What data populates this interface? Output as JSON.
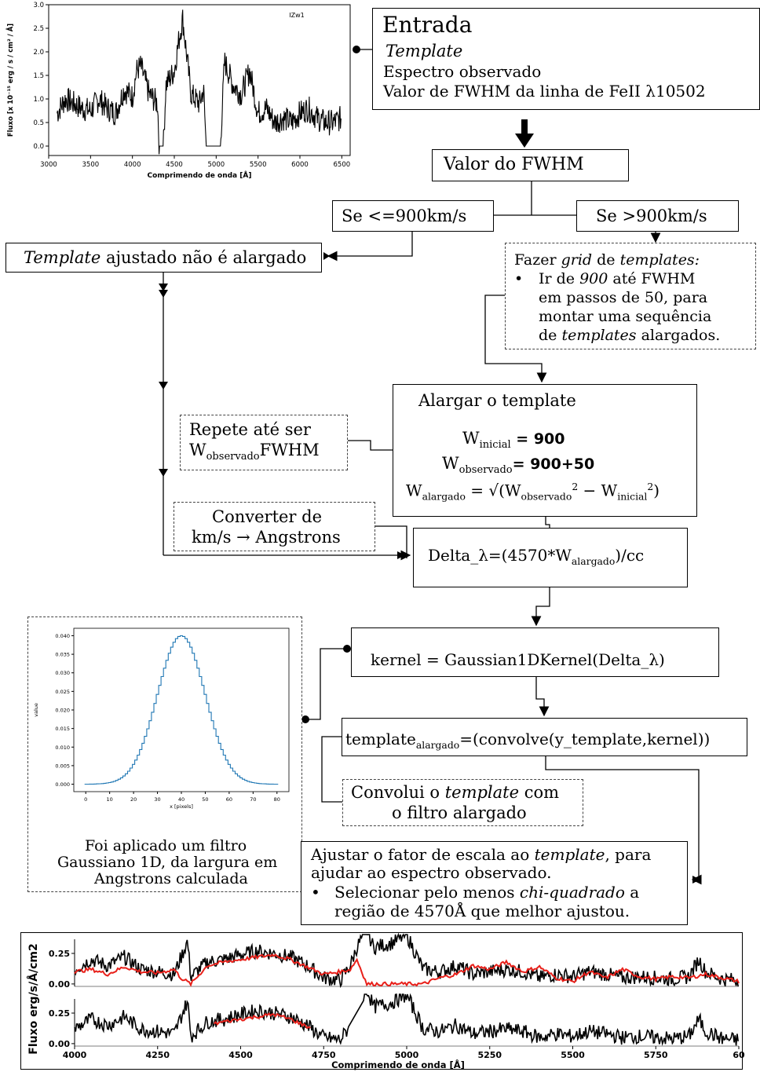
{
  "entrada": {
    "title": "Entrada",
    "item_template": "Template",
    "item_spectrum": "Espectro observado",
    "item_fwhm": "Valor de FWHM da linha de FeII λ10502"
  },
  "fwhm_box": "Valor do FWHM",
  "branch_low": "Se <=900km/s",
  "branch_high": "Se >900km/s",
  "not_broadened": {
    "italic": "Template",
    "rest": " ajustado não é alargado"
  },
  "grid": {
    "line1_a": "Fazer ",
    "line1_b": "grid",
    "line1_c": " de ",
    "line1_d": "templates:",
    "bullet": "•",
    "line2_a": "Ir de ",
    "line2_b": "900",
    "line2_c": " até FWHM",
    "line3": "em passos de 50, para",
    "line4": "montar uma sequência",
    "line5_a": "de ",
    "line5_b": "templates",
    "line5_c": " alargados."
  },
  "broaden": {
    "title": "Alargar o template",
    "w": "W",
    "initial_sub": "inicial",
    "initial_val": " = 900",
    "obs_sub": "observado",
    "obs_val": "= 900+50",
    "broad_sub": "alargado",
    "broad_eq": " = √(W",
    "obs_sub2": "observado",
    "sq1": "2",
    "minus": " − W",
    "ini_sub2": "inicial",
    "sq2": "2",
    "close": ")"
  },
  "repeat": {
    "line1": "Repete até ser",
    "w": "W",
    "sub": "observado",
    "rest": "FWHM"
  },
  "convert": {
    "line1": "Converter de",
    "line2": "km/s → Angstrons"
  },
  "delta": {
    "pre": "Delta_λ=(4570*W",
    "sub": "alargado",
    "post": ")/cc"
  },
  "kernel": "kernel = Gaussian1DKernel(Delta_λ)",
  "template_broad": {
    "pre": "template",
    "sub": "alargado",
    "post": "=(convolve(y_template,kernel))"
  },
  "convolve_note": {
    "line1_a": "Convolui o ",
    "line1_b": "template",
    "line1_c": " com",
    "line2": "o filtro alargado"
  },
  "gauss_caption": {
    "line1": "Foi aplicado um filtro",
    "line2": "Gaussiano 1D, da largura em",
    "line3": "Angstrons calculada"
  },
  "fit": {
    "line1_a": "Ajustar o fator de escala ao ",
    "line1_b": "template",
    "line1_c": ", para",
    "line2": "ajudar ao espectro observado.",
    "bullet": "•",
    "line3_a": "Selecionar pelo menos ",
    "line3_b": "chi-quadrado",
    "line3_c": " a",
    "line4": "região de 4570Å que melhor ajustou."
  },
  "colors": {
    "fit_line": "#e8201a",
    "gauss_line": "#1f77b4",
    "spectrum": "#000000"
  },
  "chart_data": [
    {
      "type": "line",
      "title": "IZw1",
      "xlabel": "Comprimendo de onda [Å]",
      "ylabel": "Fluxo [x 10⁻¹⁵ erg / s / cm² / Å]",
      "xlim": [
        3000,
        6600
      ],
      "ylim": [
        -0.2,
        3.0
      ],
      "xticks": [
        3000,
        3500,
        4000,
        4500,
        5000,
        5500,
        6000,
        6500
      ],
      "yticks": [
        0.0,
        0.5,
        1.0,
        1.5,
        2.0,
        2.5,
        3.0
      ],
      "xtick_labels": [
        "3000",
        "3500",
        "4000",
        "4500",
        "5000",
        "5500",
        "6000",
        "6500"
      ],
      "ytick_labels": [
        "0.0",
        "0.5",
        "1.0",
        "1.5",
        "2.0",
        "2.5",
        "3.0"
      ],
      "series": [
        {
          "color": "#000000",
          "x": [
            3100,
            3200,
            3300,
            3400,
            3500,
            3600,
            3700,
            3800,
            3900,
            4000,
            4050,
            4100,
            4200,
            4300,
            4320,
            4370,
            4400,
            4500,
            4550,
            4600,
            4650,
            4700,
            4800,
            4850,
            4880,
            5050,
            5100,
            5200,
            5300,
            5400,
            5500,
            5600,
            5700,
            5800,
            5900,
            6000,
            6100,
            6200,
            6300,
            6400,
            6500
          ],
          "y": [
            0.7,
            1.0,
            0.9,
            0.8,
            0.75,
            1.0,
            0.8,
            0.7,
            1.2,
            1.05,
            1.6,
            1.7,
            1.1,
            0.9,
            0.0,
            0.0,
            1.3,
            1.6,
            2.2,
            2.7,
            1.9,
            1.1,
            0.9,
            1.2,
            0.0,
            0.0,
            1.8,
            1.3,
            1.1,
            1.6,
            0.7,
            0.8,
            0.5,
            0.6,
            0.5,
            0.7,
            0.8,
            0.6,
            0.5,
            0.5,
            0.6
          ]
        }
      ]
    },
    {
      "type": "line",
      "title": "",
      "xlabel": "x [pixels]",
      "ylabel": "value",
      "xlim": [
        -5,
        85
      ],
      "ylim": [
        -0.002,
        0.042
      ],
      "xticks": [
        0,
        10,
        20,
        30,
        40,
        50,
        60,
        70,
        80
      ],
      "yticks": [
        0.0,
        0.005,
        0.01,
        0.015,
        0.02,
        0.025,
        0.03,
        0.035,
        0.04
      ],
      "xtick_labels": [
        "0",
        "10",
        "20",
        "30",
        "40",
        "50",
        "60",
        "70",
        "80"
      ],
      "ytick_labels": [
        "0.000",
        "0.005",
        "0.010",
        "0.015",
        "0.020",
        "0.025",
        "0.030",
        "0.035",
        "0.040"
      ],
      "gaussian": {
        "center": 40,
        "sigma": 9.97,
        "amplitude": 0.04,
        "n": 81
      },
      "series": [
        {
          "color": "#1f77b4"
        }
      ]
    },
    {
      "type": "line",
      "title": "",
      "xlabel": "Comprimendo de onda [Å]",
      "ylabel": "Fluxo erg/s/Å/cm2",
      "xlim": [
        4000,
        6000
      ],
      "ylim": [
        -0.02,
        0.34
      ],
      "panels": 2,
      "xticks": [
        4000,
        4250,
        4500,
        4750,
        5000,
        5250,
        5500,
        5750,
        6000
      ],
      "yticks": [
        0.0,
        0.25
      ],
      "xtick_labels": [
        "4000",
        "4250",
        "4500",
        "4750",
        "5000",
        "5250",
        "5500",
        "5750",
        "60"
      ],
      "ytick_labels": [
        "0.00",
        "0.25"
      ],
      "series": [
        {
          "name": "",
          "color": "#000000",
          "x": [
            4000,
            4050,
            4100,
            4150,
            4200,
            4250,
            4300,
            4340,
            4350,
            4400,
            4450,
            4500,
            4550,
            4600,
            4650,
            4700,
            4750,
            4800,
            4830,
            4850,
            4880,
            4900,
            4950,
            5000,
            5050,
            5100,
            5150,
            5200,
            5250,
            5300,
            5350,
            5400,
            5450,
            5500,
            5550,
            5600,
            5650,
            5700,
            5750,
            5800,
            5850,
            5880,
            5900,
            5950,
            6000
          ],
          "y": [
            0.12,
            0.2,
            0.15,
            0.22,
            0.12,
            0.1,
            0.08,
            0.35,
            0.06,
            0.18,
            0.2,
            0.24,
            0.27,
            0.25,
            0.22,
            0.15,
            0.05,
            0.03,
            0.15,
            0.3,
            0.45,
            0.3,
            0.33,
            0.4,
            0.12,
            0.1,
            0.15,
            0.08,
            0.1,
            0.12,
            0.1,
            0.05,
            0.08,
            0.06,
            0.1,
            0.08,
            0.05,
            0.06,
            0.05,
            0.04,
            0.06,
            0.2,
            0.1,
            0.04,
            0.03
          ]
        },
        {
          "name": "",
          "color": "#e8201a",
          "x": [
            4000,
            4050,
            4100,
            4150,
            4200,
            4250,
            4300,
            4320,
            4350,
            4400,
            4450,
            4500,
            4550,
            4600,
            4650,
            4700,
            4750,
            4800,
            4830,
            4850,
            4880,
            4950,
            5050,
            5100,
            5150,
            5200,
            5250,
            5300,
            5350,
            5400,
            5450,
            5500,
            5550,
            5600,
            5650,
            5700,
            5750,
            5800,
            5850,
            5900,
            5950,
            6000
          ],
          "y": [
            0.1,
            0.12,
            0.08,
            0.14,
            0.1,
            0.09,
            0.12,
            0.05,
            0.0,
            0.15,
            0.18,
            0.2,
            0.22,
            0.24,
            0.2,
            0.14,
            0.08,
            0.1,
            0.12,
            0.2,
            0.0,
            0.0,
            0.0,
            0.05,
            0.08,
            0.15,
            0.12,
            0.18,
            0.1,
            0.14,
            0.05,
            0.02,
            0.1,
            0.05,
            0.12,
            0.06,
            0.04,
            0.06,
            0.05,
            0.08,
            0.05,
            0.02
          ]
        }
      ]
    }
  ]
}
